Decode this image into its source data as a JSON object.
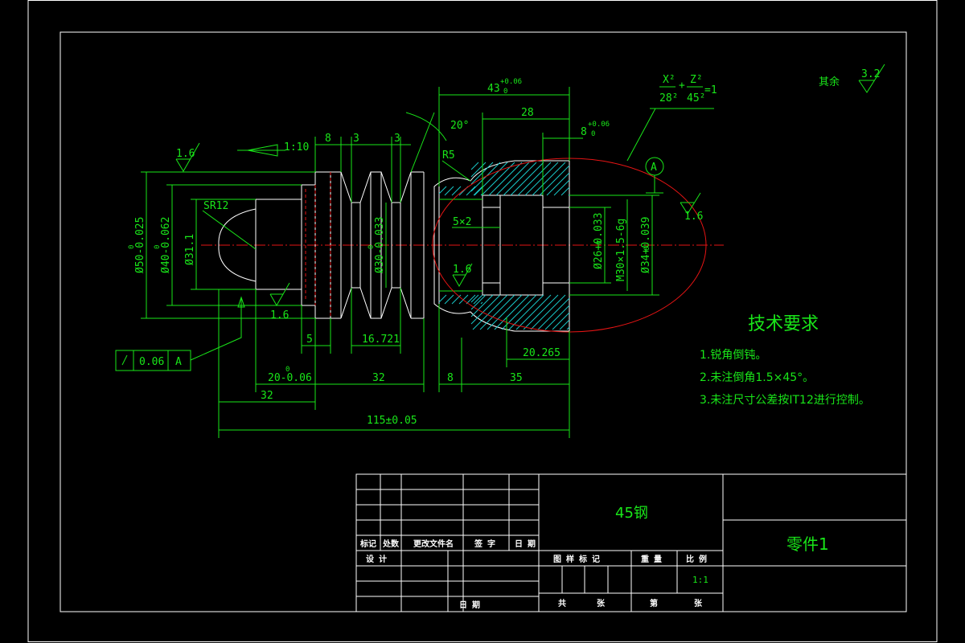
{
  "colors": {
    "background": "#000000",
    "outline": "#ffffff",
    "dimension": "#19e619",
    "centerline": "#e51414",
    "hatch": "#19c8c8"
  },
  "dimensions": {
    "overall_length": "115±0.05",
    "d50": "Ø50-0.025",
    "d50_upper": "0",
    "d40": "Ø40-0.062",
    "d40_upper": "0",
    "d31": "Ø31.1",
    "d30": "Ø30-0.033",
    "d30_upper": "0",
    "d26": "Ø26+0.033",
    "d26_lower": "0",
    "m30": "M30×1.5-6g",
    "d34": "Ø34+0.039",
    "d34_lower": "0",
    "len_43": "43",
    "len_43_tol_upper": "+0.06",
    "len_43_tol_lower": "0",
    "len_28": "28",
    "len_8_tol": "8",
    "len_8_tol_upper": "+0.06",
    "len_8_tol_lower": "0",
    "angle_20": "20°",
    "groove_8": "8",
    "groove_3a": "3",
    "groove_3b": "3",
    "taper": "1:10",
    "r5": "R5",
    "sr12": "SR12",
    "thread_undercut": "5×2",
    "len_5": "5",
    "len_16721": "16.721",
    "len_20265": "20.265",
    "len_20": "20-0.06",
    "len_20_upper": "0",
    "len_32a": "32",
    "len_32b": "32",
    "len_8b": "8",
    "len_35": "35"
  },
  "roughness": {
    "r1": "1.6",
    "r2": "1.6",
    "r3": "1.6",
    "r4": "1.6",
    "rest_label": "其余",
    "rest_value": "3.2"
  },
  "tolerance_frame": {
    "value": "0.06",
    "datum": "A"
  },
  "datum_label": "A",
  "ellipse_formula": {
    "x_num": "X²",
    "x_den": "28²",
    "z_num": "Z²",
    "z_den": "45²",
    "rhs": "=1"
  },
  "tech_requirements": {
    "title": "技术要求",
    "items": [
      "1.锐角倒钝。",
      "2.未注倒角1.5×45°。",
      "3.未注尺寸公差按IT12进行控制。"
    ]
  },
  "title_block": {
    "material": "45钢",
    "part_name": "零件1",
    "scale_value": "1:1",
    "labels": {
      "mark": "标记",
      "count": "处数",
      "change_doc": "更改文件名",
      "signature": "签 字",
      "date": "日 期",
      "design": "设 计",
      "date2": "日 期",
      "stage_mark": "图 样 标 记",
      "weight": "重 量",
      "scale": "比 例",
      "total": "共",
      "sheet_unit": "张",
      "sheet_of": "第",
      "sheet_unit2": "张"
    }
  }
}
